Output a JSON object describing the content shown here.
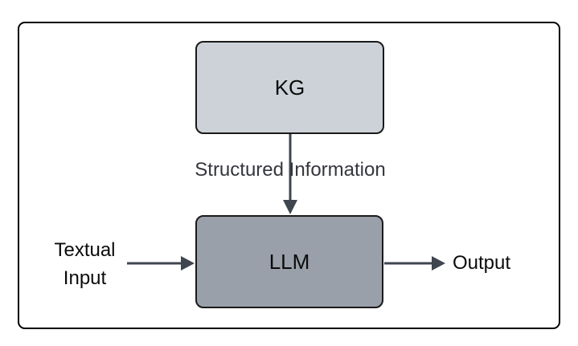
{
  "colors": {
    "canvas-bg": "#ffffff",
    "frame-border": "#000000",
    "node-border": "#1a1a1a",
    "kg-fill": "#ccd2d8",
    "llm-fill": "#9aa0a9",
    "arrow": "#3f4650",
    "edge-label-text": "#35373e",
    "label-text": "#0b0b0b"
  },
  "diagram": {
    "nodes": {
      "kg": {
        "label": "KG"
      },
      "llm": {
        "label": "LLM"
      }
    },
    "edge_label": "Structured Information",
    "input_label": "Textual Input",
    "output_label": "Output",
    "edges": [
      {
        "from": "KG",
        "to": "LLM",
        "label": "Structured Information"
      },
      {
        "from": "Textual Input",
        "to": "LLM",
        "label": ""
      },
      {
        "from": "LLM",
        "to": "Output",
        "label": ""
      }
    ]
  }
}
